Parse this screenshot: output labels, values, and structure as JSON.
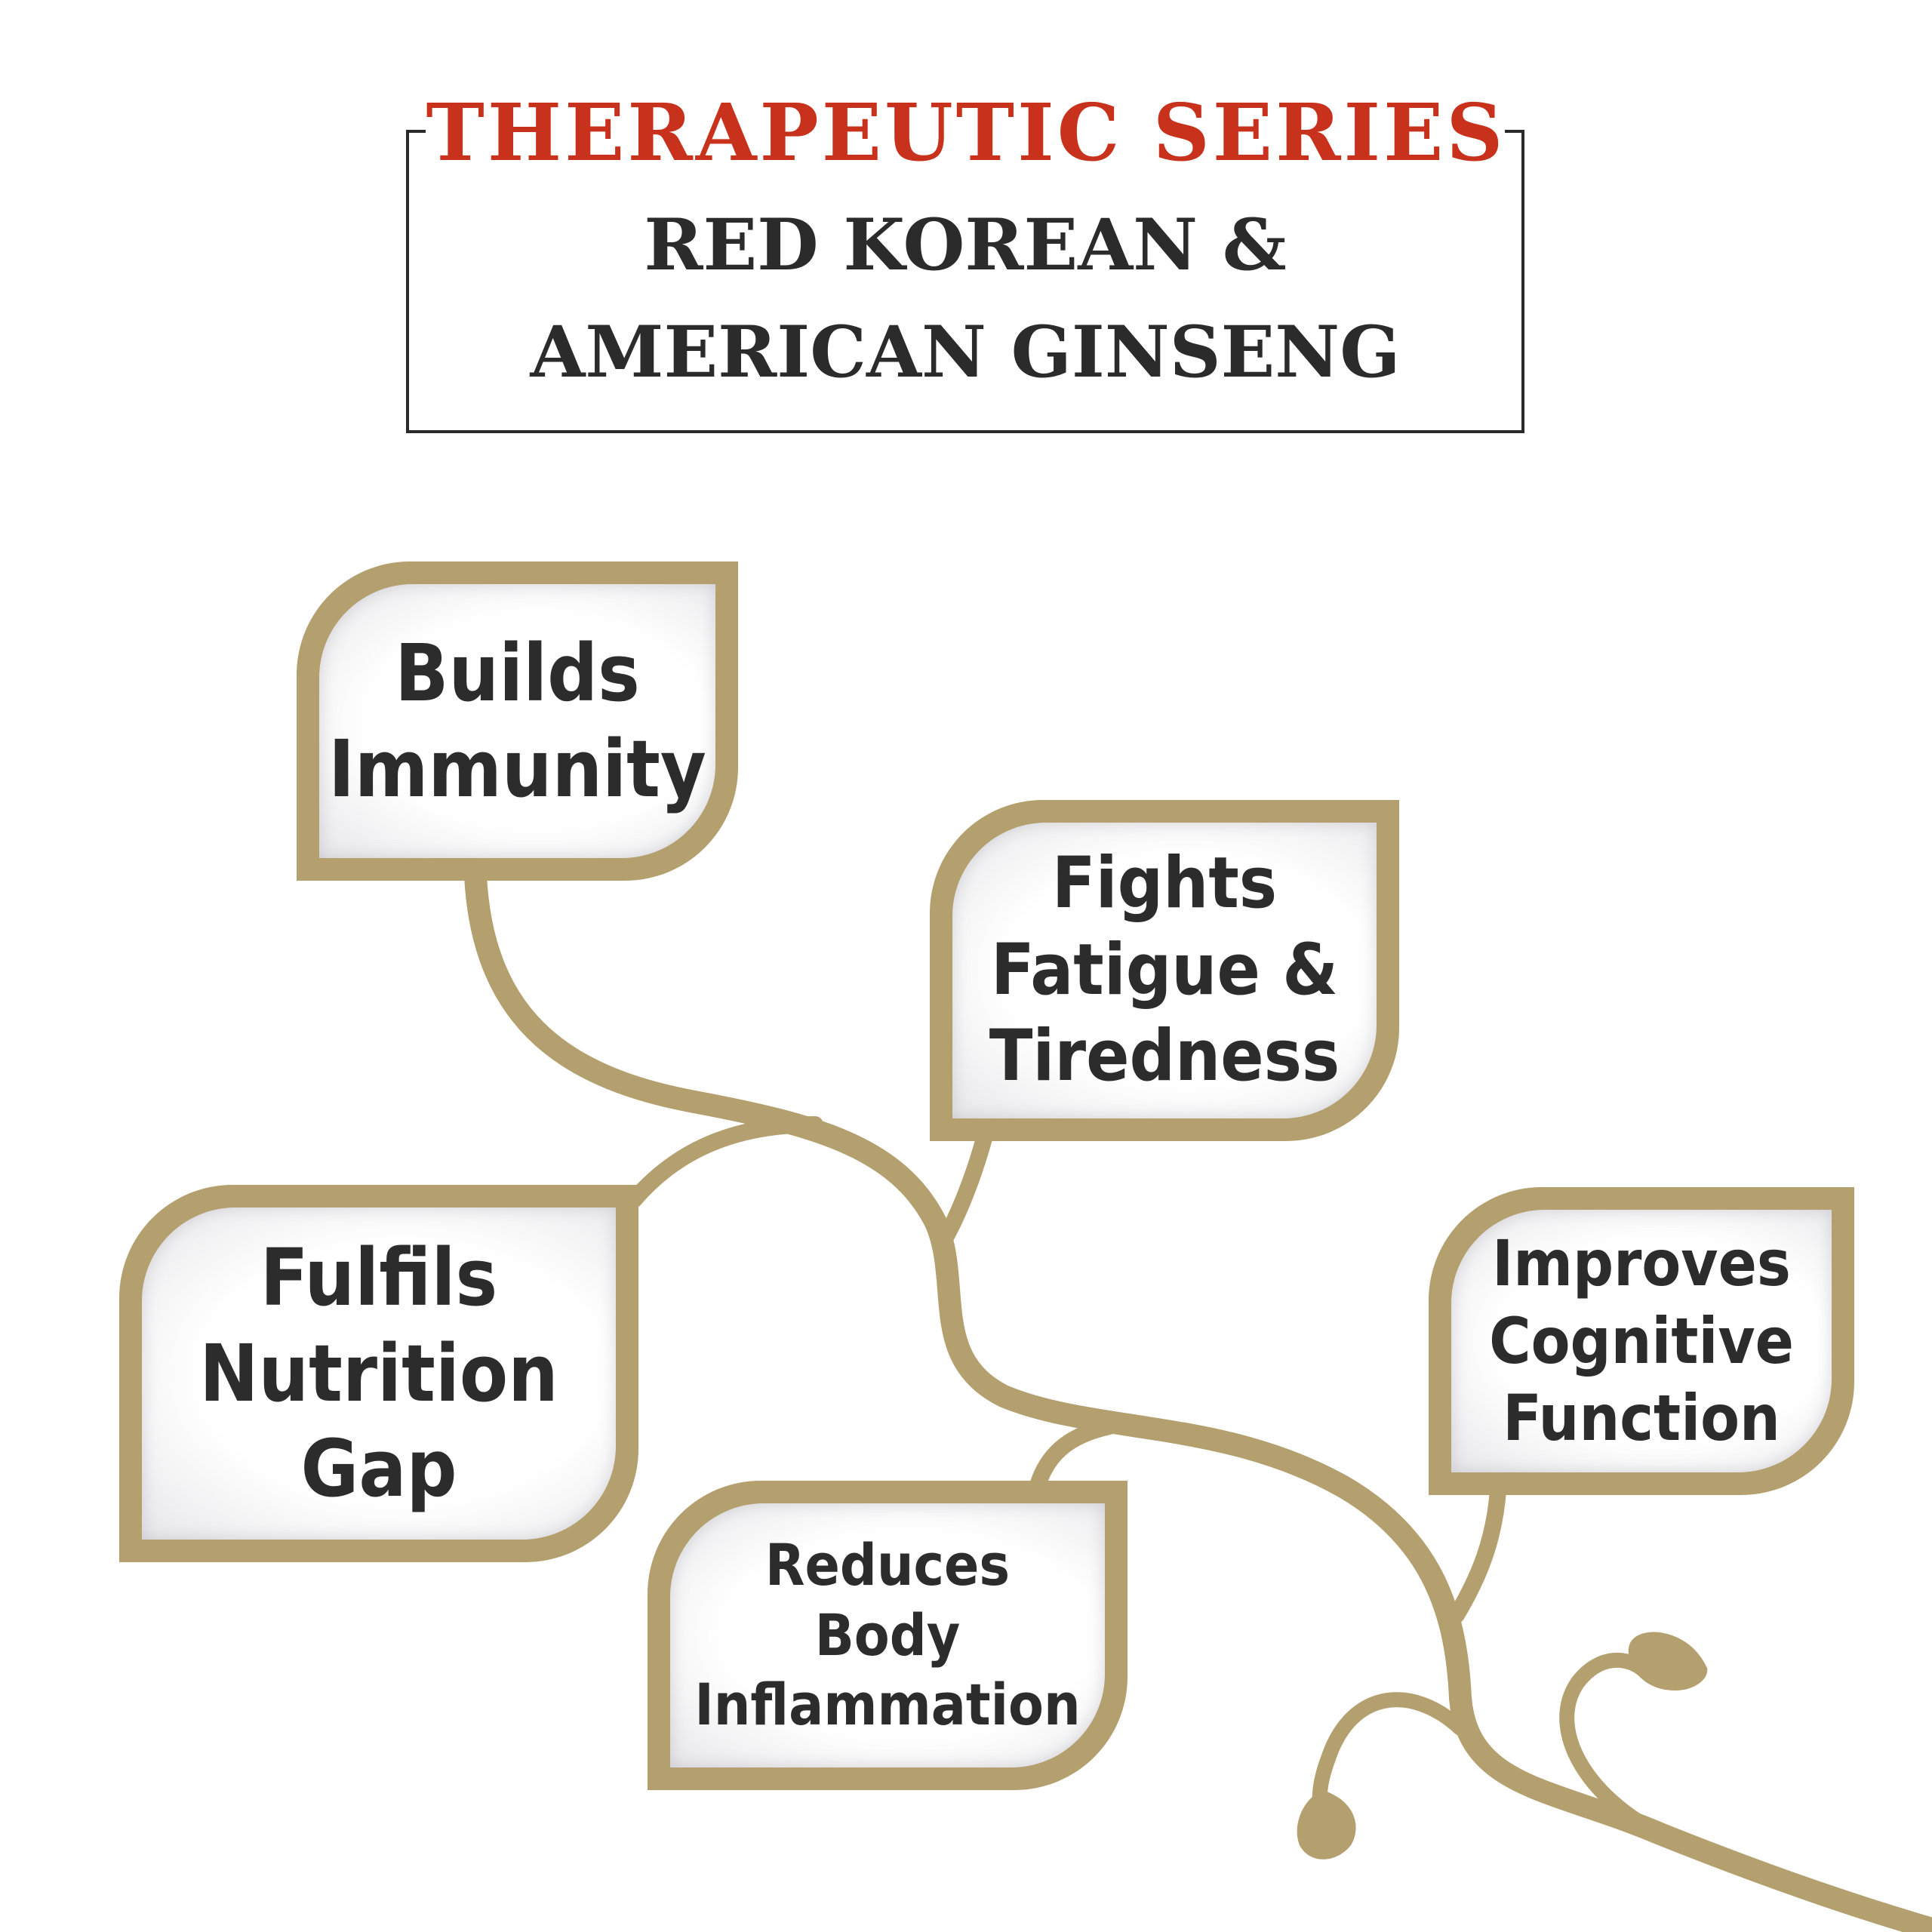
{
  "header": {
    "series_label": "THERAPEUTIC SERIES",
    "product_line_1": "RED KOREAN &",
    "product_line_2": "AMERICAN GINSENG"
  },
  "benefits": [
    {
      "lines": [
        "Builds",
        "Immunity"
      ]
    },
    {
      "lines": [
        "Fights",
        "Fatigue &",
        "Tiredness"
      ]
    },
    {
      "lines": [
        "Fulfils",
        "Nutrition",
        "Gap"
      ]
    },
    {
      "lines": [
        "Reduces",
        "Body",
        "Inflammation"
      ]
    },
    {
      "lines": [
        "Improves",
        "Cognitive",
        "Function"
      ]
    }
  ],
  "colors": {
    "vine": "#b3a06e",
    "series_label": "#c8321d",
    "product_title": "#2b2b2b",
    "benefit_text": "#2c2c2c"
  }
}
